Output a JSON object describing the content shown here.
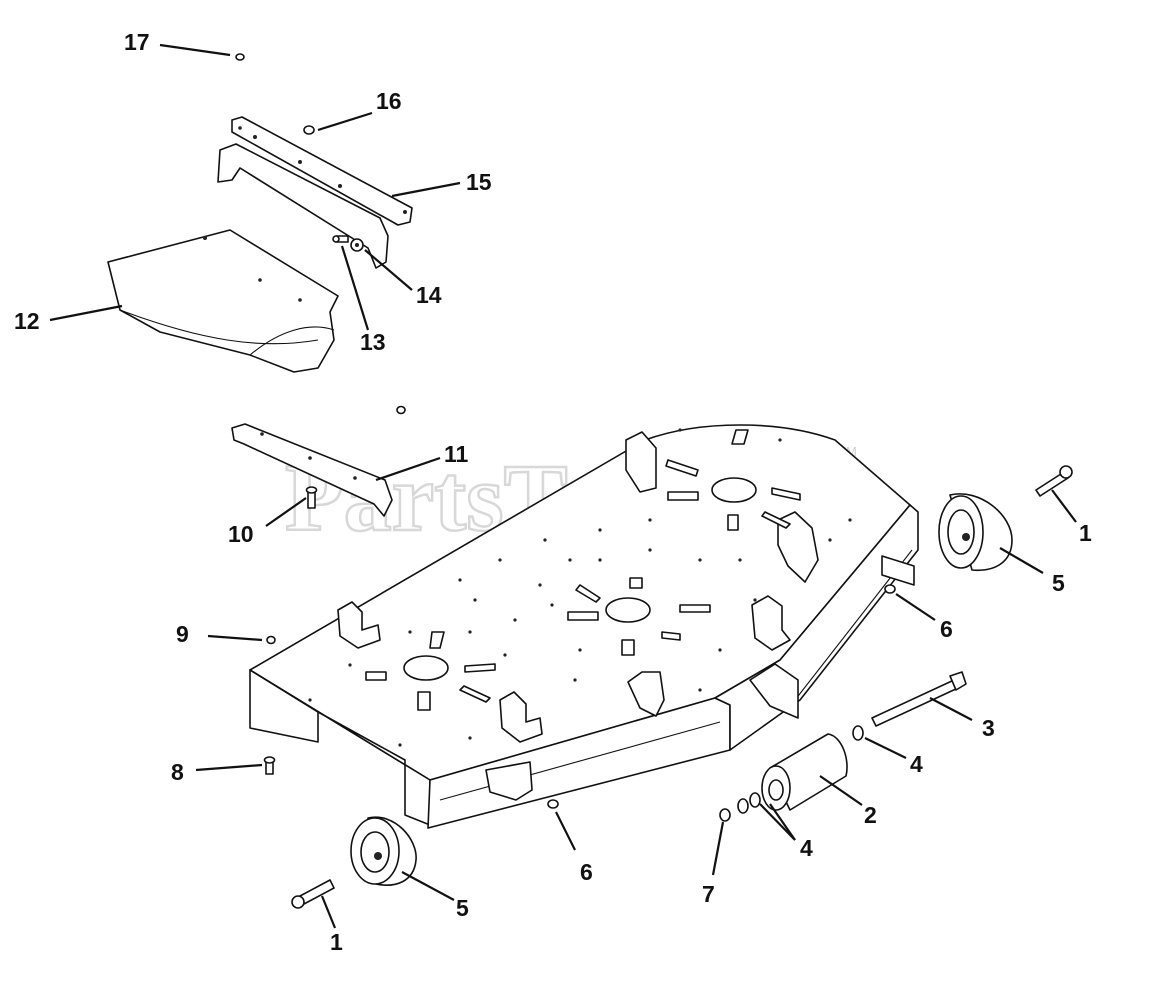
{
  "watermark": {
    "text": "PartsTree",
    "tm": "TM"
  },
  "callouts": {
    "c17": "17",
    "c16": "16",
    "c15": "15",
    "c14": "14",
    "c13": "13",
    "c12": "12",
    "c11": "11",
    "c10": "10",
    "c9": "9",
    "c8": "8",
    "c7": "7",
    "c6a": "6",
    "c6b": "6",
    "c5a": "5",
    "c5b": "5",
    "c4a": "4",
    "c4b": "4",
    "c3": "3",
    "c2": "2",
    "c1a": "1",
    "c1b": "1"
  }
}
